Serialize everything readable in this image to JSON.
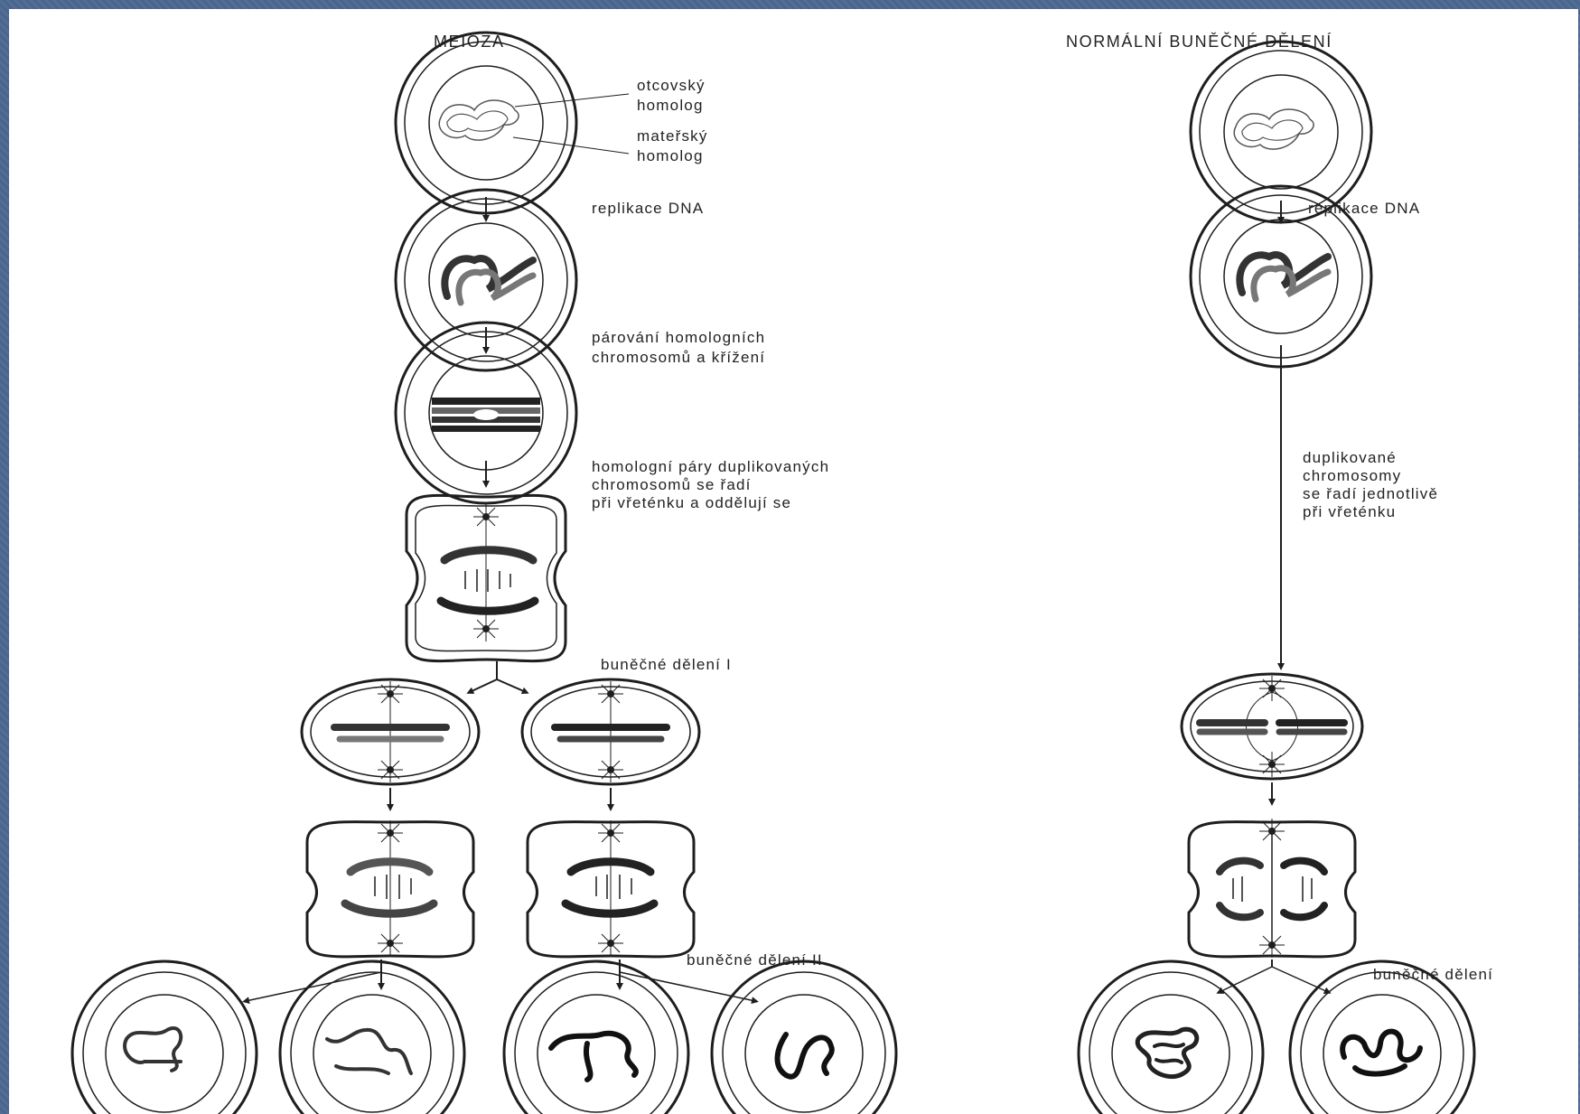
{
  "meiosis": {
    "title": "MEIOZA",
    "label_paternal": [
      "otcovský",
      "homolog"
    ],
    "label_maternal": [
      "mateřský",
      "homolog"
    ],
    "step_replication": "replikace DNA",
    "step_pairing": [
      "párování homologních",
      "chromosomů a křížení"
    ],
    "step_alignment": [
      "homologní páry duplikovaných",
      "chromosomů se řadí",
      "při vřeténku a oddělují se"
    ],
    "step_division_1": "buněčné dělení I",
    "step_division_2": "buněčné dělení II"
  },
  "mitosis": {
    "title": "NORMÁLNÍ BUNĚČNÉ DĚLENÍ",
    "step_replication": "replikace DNA",
    "step_alignment": [
      "duplikované",
      "chromosomy",
      "se řadí jednotlivě",
      "při vřeténku"
    ],
    "step_division": "buněčné dělení"
  },
  "colors": {
    "frame": "#4c6892",
    "paper": "#ffffff",
    "ink": "#1e1e1e"
  }
}
